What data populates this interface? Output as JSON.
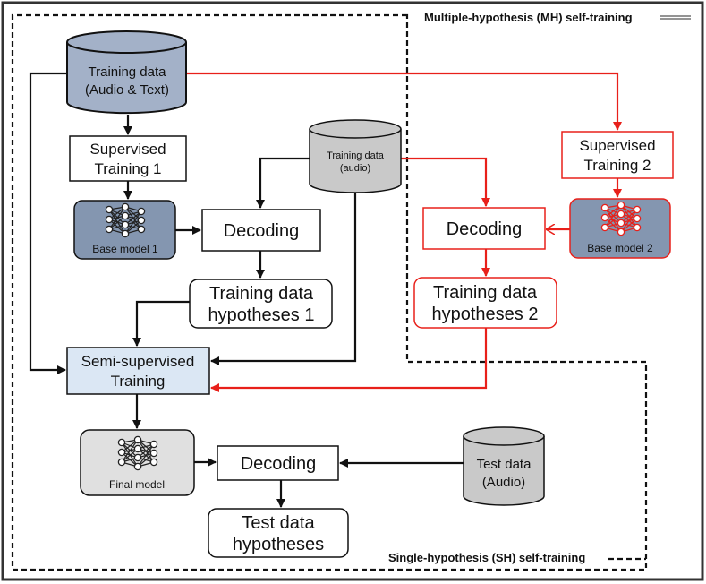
{
  "legend": {
    "mh_label": "Multiple-hypothesis (MH) self-training",
    "sh_label": "Single-hypothesis (SH) self-training"
  },
  "nodes": {
    "training_data_audio_text": {
      "line1": "Training data",
      "line2": "(Audio & Text)"
    },
    "supervised_training_1": {
      "line1": "Supervised",
      "line2": "Training 1"
    },
    "base_model_1": {
      "label": "Base model 1"
    },
    "decoding_1": {
      "label": "Decoding"
    },
    "training_data_audio": {
      "line1": "Training data",
      "line2": "(audio)"
    },
    "hypotheses_1": {
      "line1": "Training data",
      "line2": "hypotheses 1"
    },
    "semi_supervised_training": {
      "line1": "Semi-supervised",
      "line2": "Training"
    },
    "final_model": {
      "label": "Final model"
    },
    "decoding_final": {
      "label": "Decoding"
    },
    "test_data": {
      "line1": "Test data",
      "line2": "(Audio)"
    },
    "test_hypotheses": {
      "line1": "Test data",
      "line2": "hypotheses"
    },
    "supervised_training_2": {
      "line1": "Supervised",
      "line2": "Training 2"
    },
    "decoding_2": {
      "label": "Decoding"
    },
    "base_model_2": {
      "label": "Base model 2"
    },
    "hypotheses_2": {
      "line1": "Training data",
      "line2": "hypotheses 2"
    }
  },
  "colors": {
    "red": "#e8201a",
    "cylinder_blue": "#a3b1c8",
    "cylinder_gray": "#c9c9c9",
    "model_blue": "#8496b0",
    "model_gray": "#e0e0e0",
    "semi_fill": "#dbe7f4"
  },
  "icons": {
    "neural_net": "neural-network-icon"
  }
}
